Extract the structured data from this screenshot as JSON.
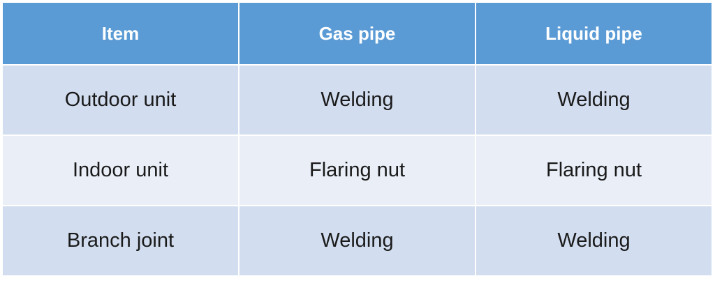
{
  "colors": {
    "header_bg": "#5b9bd5",
    "row_dark": "#d2ddef",
    "row_light": "#e9eef7",
    "grid_line": "#ffffff"
  },
  "table": {
    "headers": [
      "Item",
      "Gas pipe",
      "Liquid pipe"
    ],
    "rows": [
      [
        "Outdoor unit",
        "Welding",
        "Welding"
      ],
      [
        "Indoor unit",
        "Flaring nut",
        "Flaring nut"
      ],
      [
        "Branch joint",
        "Welding",
        "Welding"
      ]
    ]
  }
}
